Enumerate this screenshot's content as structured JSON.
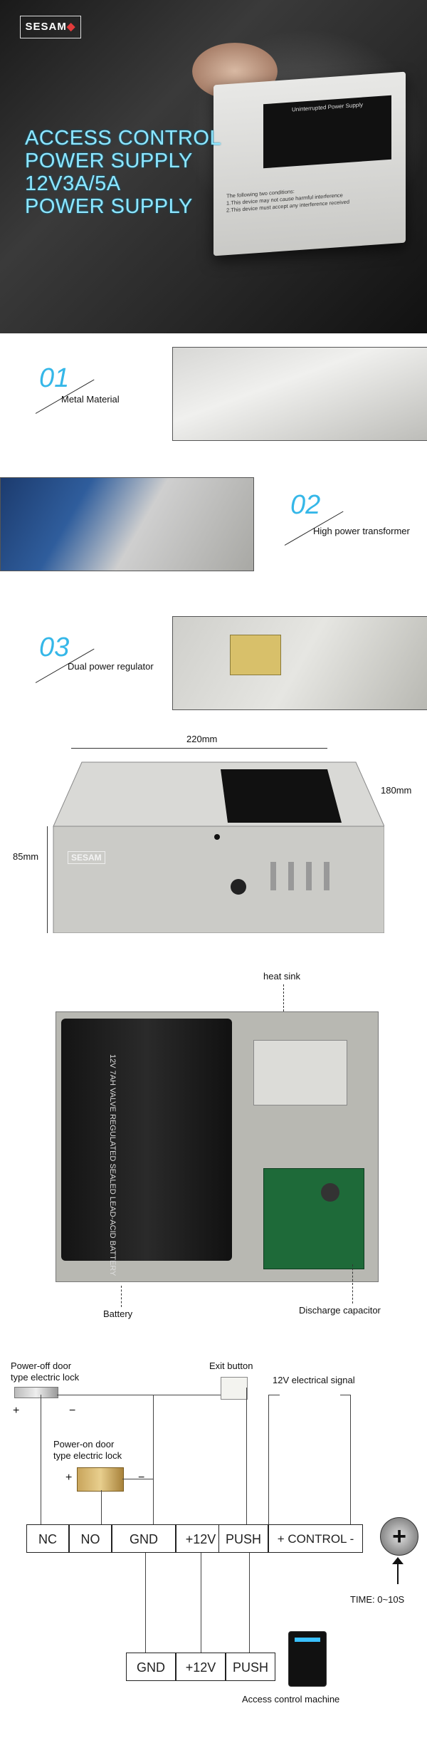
{
  "hero": {
    "brand": "SESAM",
    "lines": [
      "ACCESS CONTROL",
      "POWER SUPPLY",
      "12V3A/5A",
      "POWER SUPPLY"
    ],
    "label_title": "Uninterrupted Power Supply",
    "conditions_title": "The following two conditions:",
    "conditions": [
      "1.This device may not cause harmful interference",
      "2.This device must accept any interference received"
    ]
  },
  "features": [
    {
      "num": "01",
      "label": "Metal Material"
    },
    {
      "num": "02",
      "label": "High power transformer"
    },
    {
      "num": "03",
      "label": "Dual power regulator"
    }
  ],
  "dimensions": {
    "width": "220mm",
    "depth": "180mm",
    "height": "85mm",
    "brand": "SESAM"
  },
  "interior": {
    "heat_sink": "heat sink",
    "battery": "Battery",
    "capacitor": "Discharge capacitor",
    "battery_print": [
      "12V 7AH",
      "VALVE REGULATED",
      "SEALED LEAD-ACID BATTERY"
    ]
  },
  "wiring": {
    "poweroff_lock": [
      "Power-off door",
      "type electric lock"
    ],
    "exit_button": "Exit button",
    "signal": "12V electrical signal",
    "poweron_lock": [
      "Power-on door",
      "type electric lock"
    ],
    "plus": "+",
    "minus": "−",
    "terminals": [
      "NC",
      "NO",
      "GND",
      "+12V",
      "PUSH",
      "+ CONTROL -"
    ],
    "time": "TIME:  0~10S",
    "bottom_terminals": [
      "GND",
      "+12V",
      "PUSH"
    ],
    "machine": "Access control machine"
  },
  "colors": {
    "accent": "#35b7e8",
    "hero_text": "#8fe6ff",
    "logo_dot": "#e23b3b"
  }
}
